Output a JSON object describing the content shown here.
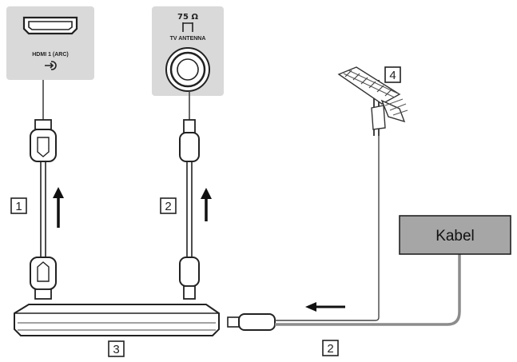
{
  "hdmi_port": {
    "label": "HDMI 1 (ARC)",
    "input_icon": "input-arrow-icon"
  },
  "antenna_port": {
    "impedance": "75 Ω",
    "label": "TV ANTENNA"
  },
  "cable_box": {
    "label": "Kabel"
  },
  "markers": {
    "hdmi_cable": "1",
    "antenna_cable_top": "2",
    "set_top_box": "3",
    "outdoor_antenna": "4",
    "antenna_cable_bottom": "2"
  },
  "colors": {
    "panel": "#d9d9d9",
    "kabel_box": "#a6a6a6",
    "line": "#1f1f1f",
    "cable_gray": "#8c8c8c"
  }
}
